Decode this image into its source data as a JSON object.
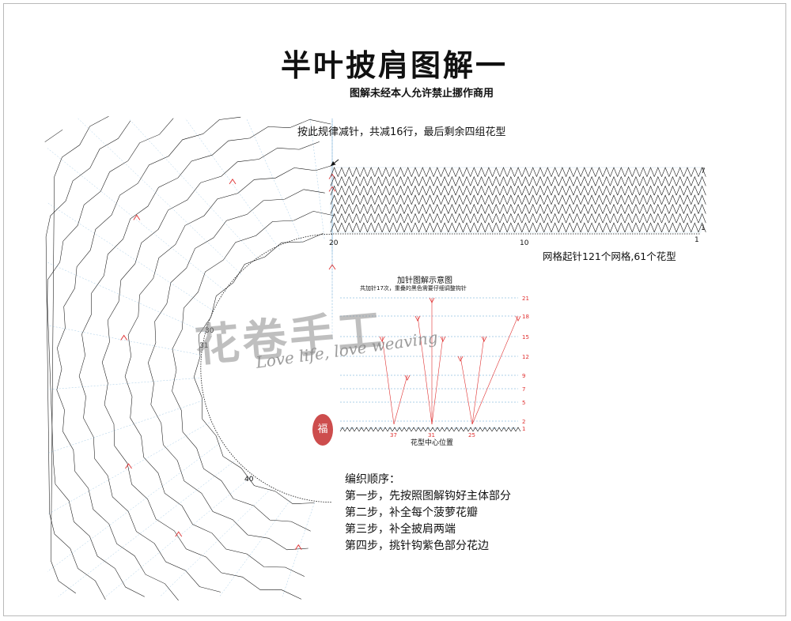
{
  "title": "半叶披肩图解一",
  "subtitle": "图解未经本人允许禁止挪作商用",
  "notes": {
    "decrease": "按此规律减针，共减16行，最后剩余四组花型",
    "base": "网格起针121个网格,61个花型"
  },
  "panel_labels": {
    "row_top": "7",
    "row_bottom": "1",
    "col_left": "20",
    "col_mid": "10",
    "col_right": "1"
  },
  "arc_labels": [
    "30",
    "31",
    "40"
  ],
  "increase_chart": {
    "title": "加针图解示意图",
    "subtitle": "共加针17次，重叠的黑色需要仔细调整钩针",
    "row_labels": [
      "21",
      "18",
      "15",
      "12",
      "9",
      "7",
      "5",
      "2",
      "1"
    ],
    "center_labels": [
      "37",
      "31",
      "25"
    ],
    "caption": "花型中心位置"
  },
  "steps": {
    "heading": "编织顺序：",
    "items": [
      "第一步，先按照图解钩好主体部分",
      "第二步，补全每个菠萝花瓣",
      "第三步，补全披肩两端",
      "第四步，挑针钩紫色部分花边"
    ]
  },
  "watermark": {
    "brand": "花卷手工",
    "slogan": "Love life, love weaving",
    "seal": "福"
  },
  "colors": {
    "ink": "#111111",
    "red_marks": "#e03030",
    "blue_guides": "#5aa0d0",
    "watermark": "#8a8a8a"
  }
}
